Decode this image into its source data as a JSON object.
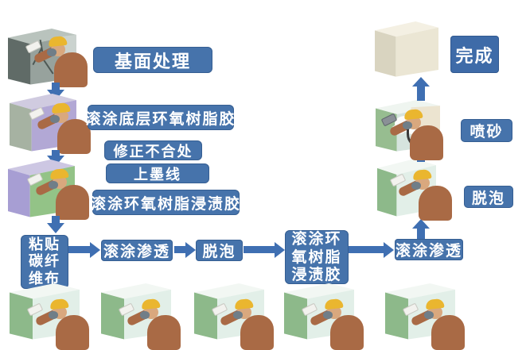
{
  "diagram": {
    "type": "process-flowchart",
    "language": "zh",
    "steps": {
      "base_treatment": "基面处理",
      "primer_coat": "滚涂底层环氧树脂胶",
      "correction": "修正不合处",
      "ink_line": "上墨线",
      "impregnation_coat": "滚涂环氧树脂浸渍胶",
      "paste_carbon_fiber": [
        "粘贴",
        "碳纤",
        "维布"
      ],
      "roll_penetration_a": "滚涂渗透",
      "defoam_a": "脱泡",
      "impregnation_coat_b": [
        "滚涂环",
        "氧树脂",
        "浸渍胶"
      ],
      "roll_penetration_b": "滚涂渗透",
      "defoam_b": "脱泡",
      "sandblast": "喷砂",
      "complete": "完成"
    },
    "colors": {
      "label_background": "#4673ab",
      "label_text": "#ffffff",
      "arrow": "#3f6fb2",
      "concrete_block": "#97a29d",
      "purple_block": "#b2a8d5",
      "green_block": "#93c387",
      "mint_block": "#e2efe8",
      "beige_block": "#ebe6d4",
      "worker_coat": "#a96a45",
      "worker_helmet": "#eab62f"
    },
    "icons": {
      "worker": "construction-worker-figure",
      "helmet": "safety-helmet-icon",
      "mask": "respirator-mask-icon",
      "trowel": "trowel-icon",
      "spray_gun": "spray-gun-icon",
      "block": "isometric-block-illustration",
      "arrow": "flow-arrow"
    }
  }
}
